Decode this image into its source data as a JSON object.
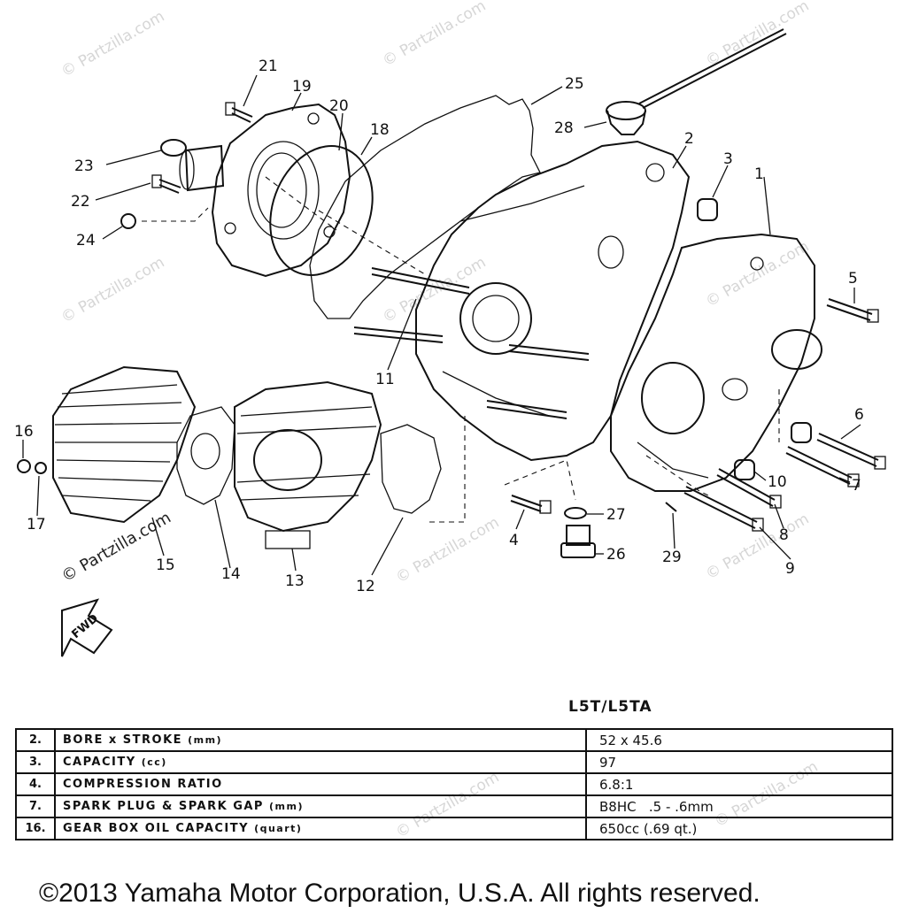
{
  "watermark": "© Partzilla.com",
  "diagram": {
    "part_numbers": [
      "1",
      "2",
      "3",
      "4",
      "5",
      "6",
      "7",
      "8",
      "9",
      "10",
      "11",
      "12",
      "13",
      "14",
      "15",
      "16",
      "17",
      "18",
      "19",
      "20",
      "21",
      "22",
      "23",
      "24",
      "25",
      "26",
      "27",
      "28",
      "29"
    ],
    "direction_label": "FWD"
  },
  "spec_table": {
    "model": "L5T/L5TA",
    "rows": [
      {
        "num": "2.",
        "item": "BORE x STROKE",
        "unit": "(mm)",
        "value": "52 x 45.6"
      },
      {
        "num": "3.",
        "item": "CAPACITY",
        "unit": "(cc)",
        "value": "97"
      },
      {
        "num": "4.",
        "item": "COMPRESSION RATIO",
        "unit": "",
        "value": "6.8:1"
      },
      {
        "num": "7.",
        "item": "SPARK PLUG & SPARK GAP",
        "unit": "(mm)",
        "value": "B8HC   .5 - .6mm"
      },
      {
        "num": "16.",
        "item": "GEAR BOX OIL CAPACITY",
        "unit": "(quart)",
        "value": "650cc (.69 qt.)"
      }
    ]
  },
  "copyright": "©2013 Yamaha Motor Corporation, U.S.A. All rights reserved."
}
